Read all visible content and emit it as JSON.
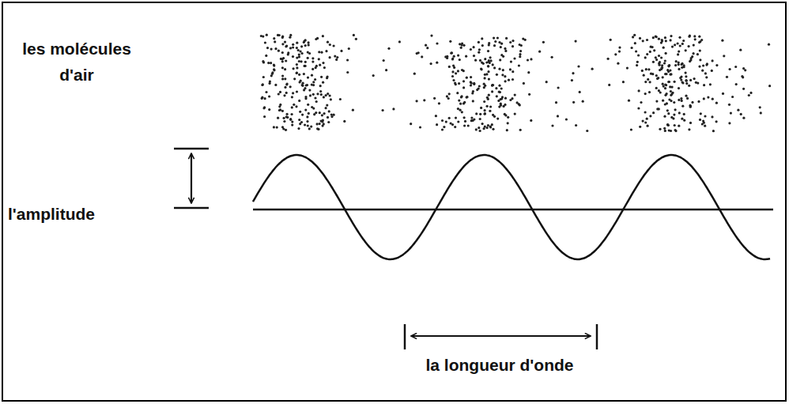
{
  "diagram": {
    "labels": [
      "les molécules d'air",
      "l'amplitude",
      "la longueur d'onde"
    ]
  }
}
